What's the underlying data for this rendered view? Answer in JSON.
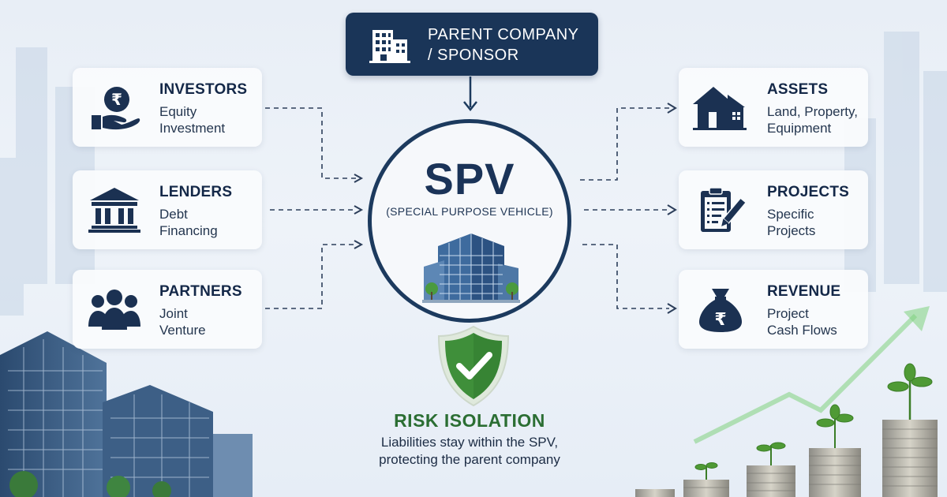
{
  "parent": {
    "line1": "PARENT COMPANY",
    "line2": "/ SPONSOR",
    "icon": "office-building-icon"
  },
  "spv": {
    "title": "SPV",
    "subtitle": "(SPECIAL PURPOSE VEHICLE)",
    "icon": "office-tower-icon"
  },
  "left_cards": [
    {
      "title": "INVESTORS",
      "line1": "Equity",
      "line2": "Investment",
      "icon": "rupee-hand-icon"
    },
    {
      "title": "LENDERS",
      "line1": "Debt",
      "line2": "Financing",
      "icon": "bank-icon"
    },
    {
      "title": "PARTNERS",
      "line1": "Joint",
      "line2": "Venture",
      "icon": "people-group-icon"
    }
  ],
  "right_cards": [
    {
      "title": "ASSETS",
      "line1": "Land, Property,",
      "line2": "Equipment",
      "icon": "house-icon"
    },
    {
      "title": "PROJECTS",
      "line1": "Specific",
      "line2": "Projects",
      "icon": "clipboard-pen-icon"
    },
    {
      "title": "REVENUE",
      "line1": "Project",
      "line2": "Cash Flows",
      "icon": "rupee-money-bag-icon"
    }
  ],
  "risk": {
    "title": "RISK ISOLATION",
    "line1": "Liabilities stay within the SPV,",
    "line2": "protecting the parent company",
    "icon": "check-shield-icon"
  },
  "colors": {
    "navy": "#1a3558",
    "icon_navy": "#1b3152",
    "risk_green": "#2b6e33",
    "shield_green": "#3f8f3a",
    "connector": "#2c3e5a"
  }
}
